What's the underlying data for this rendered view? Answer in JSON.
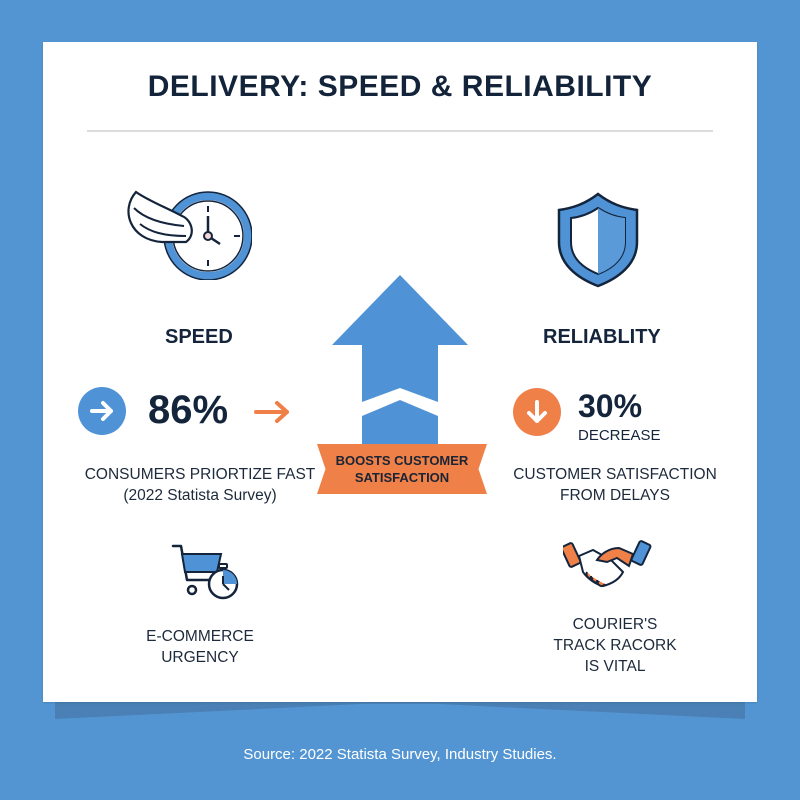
{
  "title": "DELIVERY: SPEED & RELIABILITY",
  "colors": {
    "background": "#5395d2",
    "card": "#ffffff",
    "accent_blue": "#4f93d6",
    "accent_orange": "#ee8048",
    "text_dark": "#13243b"
  },
  "speed": {
    "heading": "SPEED",
    "icon": "winged-clock-icon",
    "stat_icon": "arrow-right-circle-icon",
    "stat_value": "86%",
    "trail_icon": "arrow-right-icon",
    "description_line1": "CONSUMERS PRIORTIZE FAST",
    "description_line2": "(2022 Statista Survey)",
    "bottom_icon": "cart-stopwatch-icon",
    "bottom_line1": "E-COMMERCE",
    "bottom_line2": "URGENCY"
  },
  "center": {
    "icon": "up-arrow-icon",
    "banner_line1": "BOOSTS CUSTOMER",
    "banner_line2": "SATISFACTION"
  },
  "reliability": {
    "heading": "RELIABLITY",
    "icon": "shield-icon",
    "stat_icon": "arrow-down-circle-icon",
    "stat_value": "30%",
    "stat_label": "DECREASE",
    "description_line1": "CUSTOMER SATISFACTION",
    "description_line2": "FROM DELAYS",
    "bottom_icon": "handshake-icon",
    "bottom_line1": "COURIER'S",
    "bottom_line2": "TRACK RACORK",
    "bottom_line3": "IS VITAL"
  },
  "footer": {
    "source": "Source: 2022 Statista Survey, Industry Studies."
  }
}
